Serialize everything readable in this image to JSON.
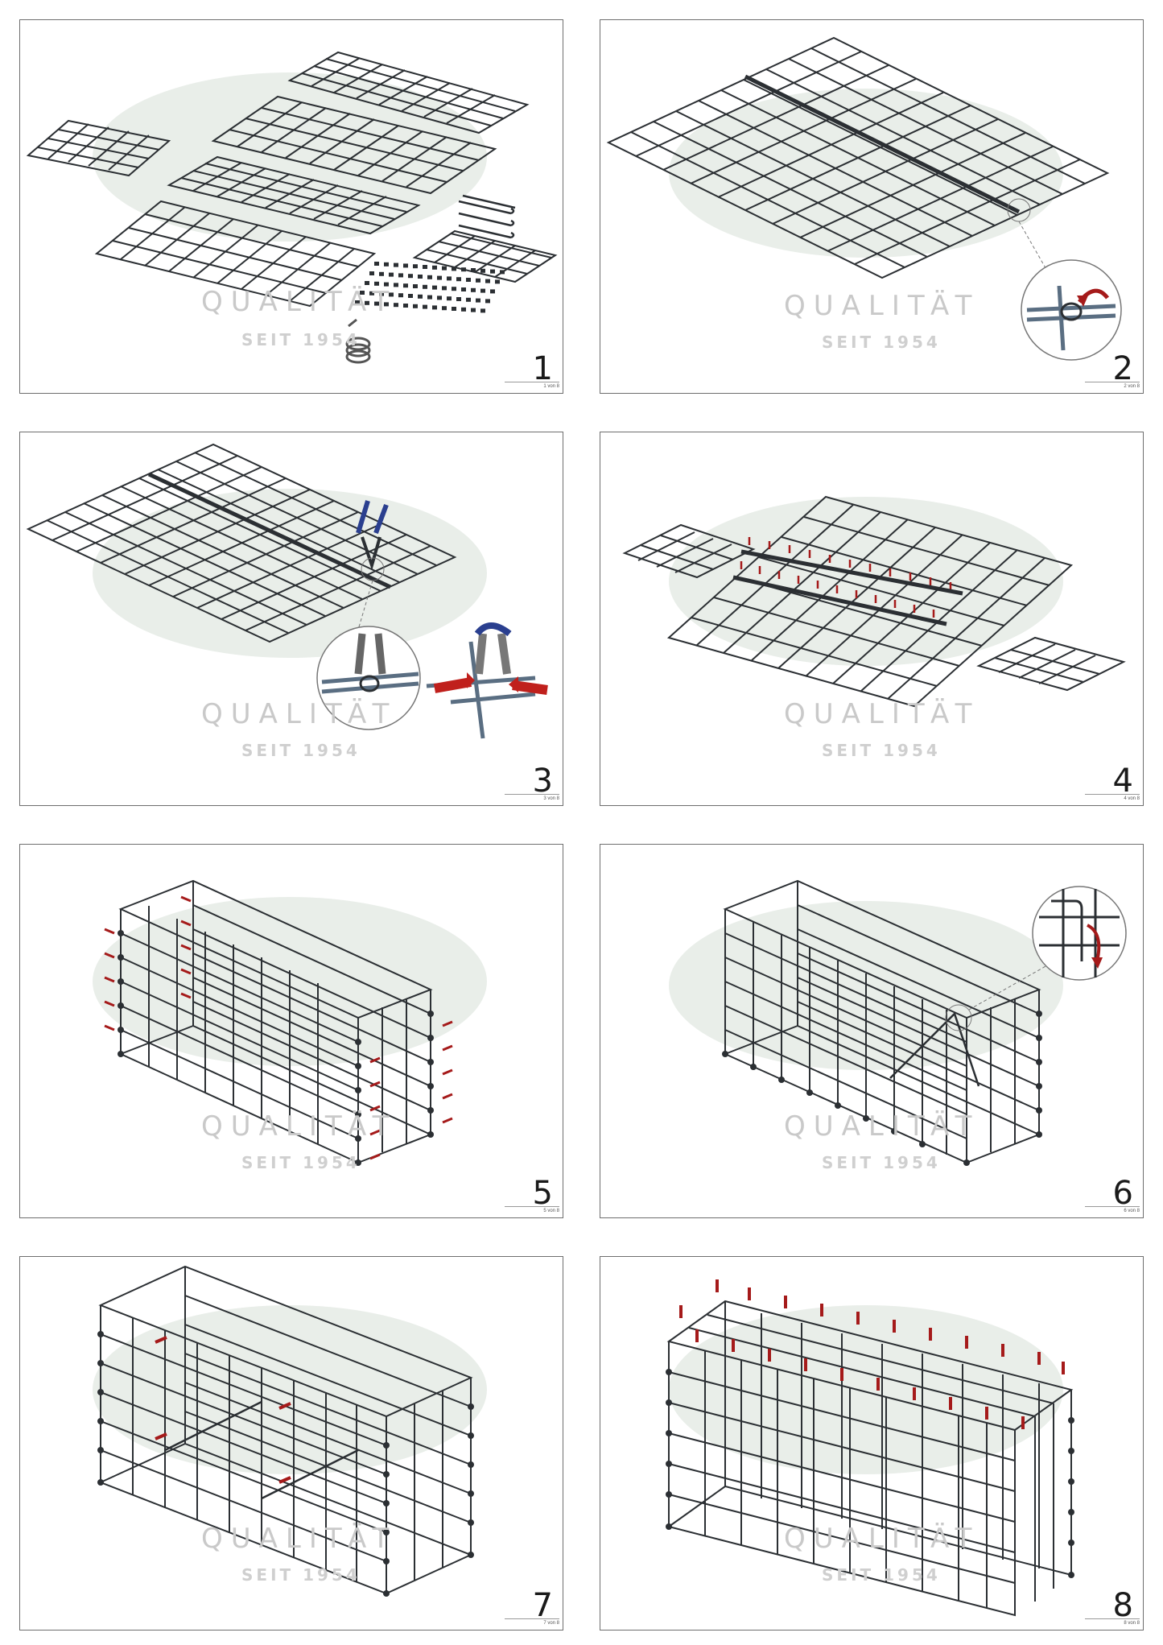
{
  "watermark": {
    "brand_line": "QUALITÄT",
    "since_line": "SEIT 1954"
  },
  "colors": {
    "wire": "#2b2f33",
    "arrow": "#a51a1a",
    "frame": "#6e6e6e",
    "watermark_oval": "#e6ece6",
    "tool_blue": "#2a3f8f"
  },
  "panels": [
    {
      "step": "1",
      "footer": "1 von 8"
    },
    {
      "step": "2",
      "footer": "2 von 8"
    },
    {
      "step": "3",
      "footer": "3 von 8"
    },
    {
      "step": "4",
      "footer": "4 von 8"
    },
    {
      "step": "5",
      "footer": "5 von 8"
    },
    {
      "step": "6",
      "footer": "6 von 8"
    },
    {
      "step": "7",
      "footer": "7 von 8"
    },
    {
      "step": "8",
      "footer": "8 von 8"
    }
  ]
}
